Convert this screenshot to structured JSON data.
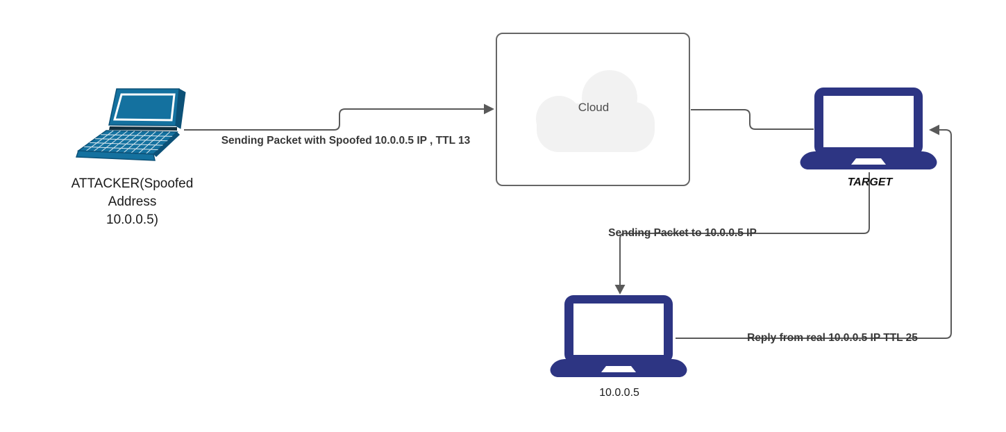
{
  "diagram": {
    "type": "network-flow-diagram",
    "background": "#ffffff"
  },
  "colors": {
    "attacker_laptop": "#14719F",
    "attacker_laptop_dark": "#0C5177",
    "navy_laptop": "#2D3583",
    "connector": "#595959",
    "box_border": "#666666",
    "cloud_fill": "#F2F2F2",
    "edge_label_text": "#383838",
    "node_label_text": "#1A1A1A"
  },
  "nodes": {
    "attacker": {
      "label": "ATTACKER(Spoofed\nAddress\n10.0.0.5)",
      "icon": "laptop-3d-icon"
    },
    "cloud": {
      "label": "Cloud",
      "icon": "cloud-icon"
    },
    "target": {
      "label": "TARGET",
      "icon": "laptop-icon"
    },
    "real_host": {
      "label": "10.0.0.5",
      "icon": "laptop-icon"
    }
  },
  "edges": {
    "attacker_to_cloud": {
      "label": "Sending Packet with Spoofed 10.0.0.5 IP , TTL 13",
      "arrow": "right"
    },
    "cloud_to_target": {
      "label": "",
      "arrow": "none"
    },
    "target_to_real_host": {
      "label": "Sending Packet to 10.0.0.5 IP",
      "arrow": "down"
    },
    "real_host_to_target": {
      "label": "Reply from real 10.0.0.5 IP TTL 25",
      "arrow": "left"
    }
  }
}
